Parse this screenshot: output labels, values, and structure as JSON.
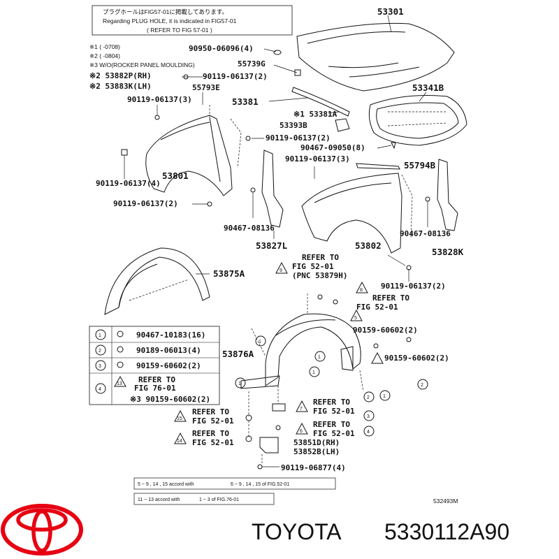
{
  "header_note": {
    "jp": "プラグホールはFIG57-01に掲載してあります。",
    "en": "Regarding PLUG HOLE, it is indicated in FIG57-01",
    "ref": "( REFER TO FIG 57-01 )"
  },
  "footnotes": [
    "※1 (  -0708)",
    "※2 (  -0804)",
    "※3 W/O(ROCKER PANEL MOULDING)"
  ],
  "labels": {
    "p53301": "53301",
    "p90950": "90950-06096(4)",
    "p55739": "55739G",
    "p53882": "※2 53882P(RH)",
    "p53883": "※2 53883K(LH)",
    "p90119a": "90119-06137(2)",
    "p55793": "55793E",
    "p53341": "53341B",
    "p90119b": "90119-06137(3)",
    "p53381": "53381",
    "p53381a": "※1 53381A",
    "p53393": "53393B",
    "p90119c": "90119-06137(2)",
    "p90467a": "90467-09050(8)",
    "p90119d": "90119-06137(3)",
    "p55794": "55794B",
    "p53801": "53801",
    "p90119e": "90119-06137(4)",
    "p90119f": "90119-06137(2)",
    "p90467b": "90467-08136",
    "p53827": "53827L",
    "p53802": "53802",
    "p90467c": "90467-08136",
    "p53828": "53828K",
    "p53875": "53875A",
    "ref9a": "REFER TO",
    "ref9b": "FIG 52-01",
    "ref9c": "(PNC 53879H)",
    "p90119g": "90119-06137(2)",
    "ref8a": "REFER TO",
    "ref8b": "FIG 52-01",
    "p90159a": "90159-60602(2)",
    "p53876": "53876A",
    "p90159b": "90159-60602(2)",
    "ref7a": "REFER TO",
    "ref7b": "FIG 52-01",
    "ref15a": "REFER TO",
    "ref15b": "FIG 52-01",
    "ref6a": "REFER TO",
    "ref6b": "FIG 52-01",
    "ref14a": "REFER TO",
    "ref14b": "FIG 52-01",
    "p53851": "53851D(RH)",
    "p53852": "53852B(LH)",
    "p90119h": "90119-06877(4)",
    "fig_code": "532493M"
  },
  "markers": {
    "m9": "9",
    "m8": "8",
    "m5": "5",
    "m7": "7",
    "m15": "15",
    "m6": "6",
    "m14": "14",
    "m13": "13",
    "c1": "1",
    "c2": "2",
    "c3": "3",
    "c4": "4"
  },
  "legend": [
    {
      "num": "1",
      "part": "90467-10183(16)"
    },
    {
      "num": "2",
      "part": "90189-06013(4)"
    },
    {
      "num": "3",
      "part": "90159-60602(2)"
    },
    {
      "num": "4",
      "part": "REFER TO",
      "part2": "FIG 76-01",
      "part3": "※3 90159-60602(2)",
      "ref": "13"
    }
  ],
  "bottom_notes": {
    "row1_a": "5 ~ 9 , 14 , 15 accord with",
    "row1_b": "6 ~ 9 , 14 , 15 of FIG.52-01",
    "row2_a": "11 ~ 13 accord with",
    "row2_b": "1 ~ 3 of FIG.76-01"
  },
  "brand": {
    "name": "TOYOTA",
    "part_number": "5330112A90",
    "logo_color": "#e60012"
  }
}
